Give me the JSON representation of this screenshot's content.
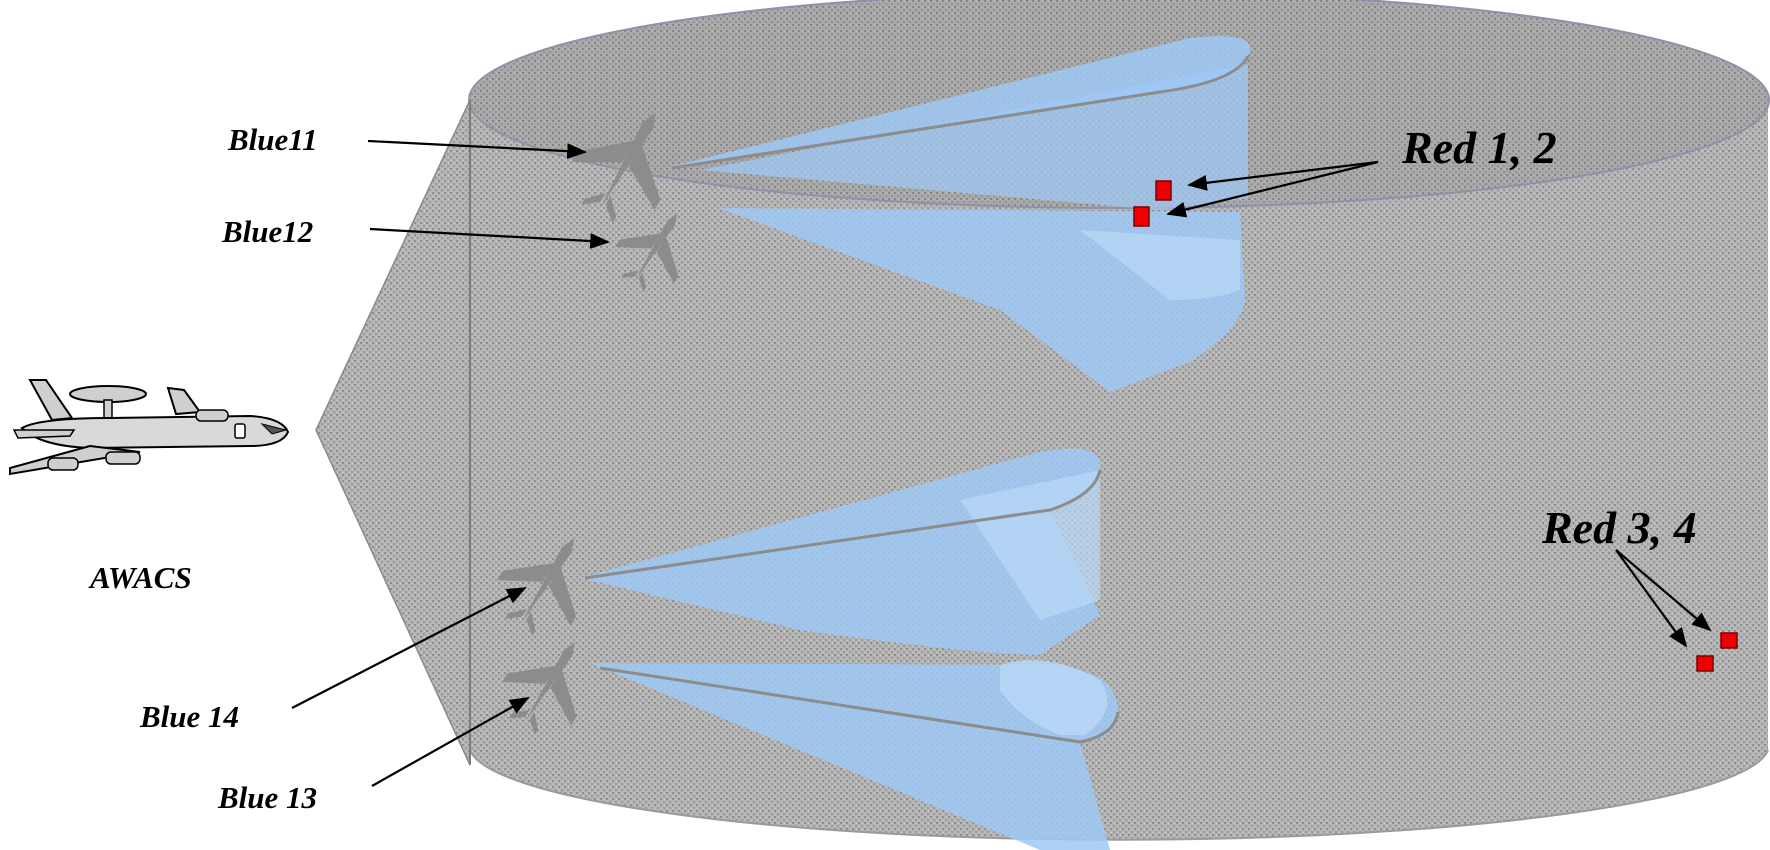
{
  "labels": {
    "blue11": "Blue11",
    "blue12": "Blue12",
    "blue14": "Blue 14",
    "blue13": "Blue 13",
    "awacs": "AWACS",
    "red12": "Red 1, 2",
    "red34": "Red 3, 4"
  },
  "colors": {
    "background": "#ffffff",
    "volume_top": "#a6a6a6",
    "volume_side": "#b5b5b5",
    "radar_beam": "#9fc8f5",
    "red_target": "#ee0000",
    "arrow": "#000000",
    "aircraft": "#8c8c8c"
  },
  "icons": {
    "awacs": "awacs-aircraft-icon",
    "fighter": "fighter-jet-icon",
    "target": "red-square-target-icon"
  }
}
